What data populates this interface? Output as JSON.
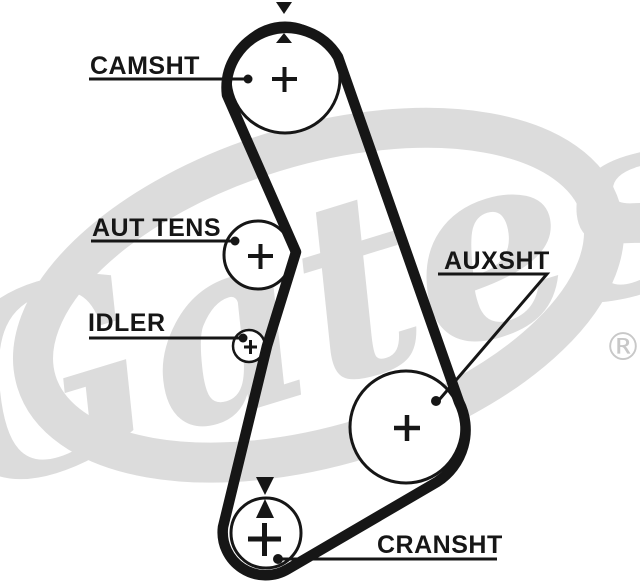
{
  "watermark": {
    "text": "Gates",
    "registered": "®"
  },
  "labels": {
    "camshaft": "CAMSHT",
    "tensioner": "AUT TENS",
    "idler": "IDLER",
    "auxshaft": "AUXSHT",
    "crankshaft": "CRANSHT"
  },
  "colors": {
    "line": "#161616",
    "watermark": "#dcdcdc",
    "registered": "#c8c8c8",
    "background": "#ffffff"
  }
}
